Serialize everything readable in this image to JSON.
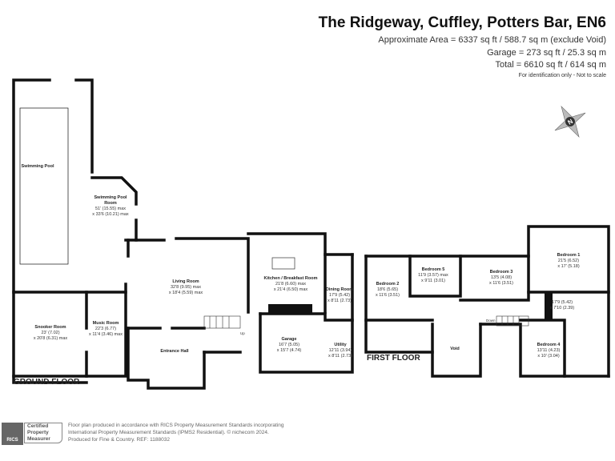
{
  "header": {
    "title": "The Ridgeway, Cuffley, Potters Bar, EN6",
    "area": "Approximate Area = 6337 sq ft / 588.7 sq m (exclude Void)",
    "garage": "Garage = 273 sq ft / 25.3 sq m",
    "total": "Total = 6610 sq ft / 614 sq m",
    "note": "For identification only - Not to scale"
  },
  "compass": {
    "label": "N"
  },
  "ground_floor": {
    "label": "GROUND FLOOR",
    "rooms": {
      "pool": {
        "name": "Swimming Pool"
      },
      "pool_room": {
        "name": "Swimming Pool Room",
        "dim1": "51' (15.55) max",
        "dim2": "x 33'6 (10.21) max"
      },
      "living": {
        "name": "Living Room",
        "dim1": "32'8 (9.95) max",
        "dim2": "x 18'4 (5.59) max"
      },
      "kitchen": {
        "name": "Kitchen / Breakfast Room",
        "dim1": "21'8 (6.60) max",
        "dim2": "x 21'4 (6.50) max"
      },
      "dining": {
        "name": "Dining Room",
        "dim1": "17'9 (5.42)",
        "dim2": "x 8'11 (2.73)"
      },
      "snooker": {
        "name": "Snooker Room",
        "dim1": "23' (7.02)",
        "dim2": "x 20'8 (6.31) max"
      },
      "music": {
        "name": "Music Room",
        "dim1": "22'3 (6.77)",
        "dim2": "x 11'4 (3.46) max"
      },
      "entrance": {
        "name": "Entrance Hall"
      },
      "garage": {
        "name": "Garage",
        "dim1": "16'7 (5.05)",
        "dim2": "x 15'7 (4.74)"
      },
      "utility": {
        "name": "Utility",
        "dim1": "12'11 (3.94)",
        "dim2": "x 8'11 (2.73)"
      }
    },
    "stairs": "Up"
  },
  "first_floor": {
    "label": "FIRST FLOOR",
    "rooms": {
      "bed1": {
        "name": "Bedroom 1",
        "dim1": "21'5 (6.52)",
        "dim2": "x 17' (5.18)"
      },
      "bed2": {
        "name": "Bedroom 2",
        "dim1": "18'6 (5.65)",
        "dim2": "x 11'6 (3.51)"
      },
      "bed3": {
        "name": "Bedroom 3",
        "dim1": "13'5 (4.08)",
        "dim2": "x 11'6 (3.51)"
      },
      "bed4": {
        "name": "Bedroom 4",
        "dim1": "13'11 (4.23)",
        "dim2": "x 10' (3.04)"
      },
      "bed5": {
        "name": "Bedroom 5",
        "dim1": "11'9 (3.57) max",
        "dim2": "x 9'11 (3.01)"
      },
      "dressing": {
        "dim1": "17'9 (5.42)",
        "dim2": "x 7'10 (2.39)"
      },
      "void": {
        "name": "Void"
      }
    },
    "stairs": "Down"
  },
  "footer": {
    "badge_org": "RICS",
    "badge_text": [
      "Certified",
      "Property",
      "Measurer"
    ],
    "lines": [
      "Floor plan produced in accordance with RICS Property Measurement Standards incorporating",
      "International Property Measurement Standards (IPMS2 Residential).   © nichecom 2024.",
      "Produced for Fine & Country.   REF:  1188032"
    ]
  }
}
